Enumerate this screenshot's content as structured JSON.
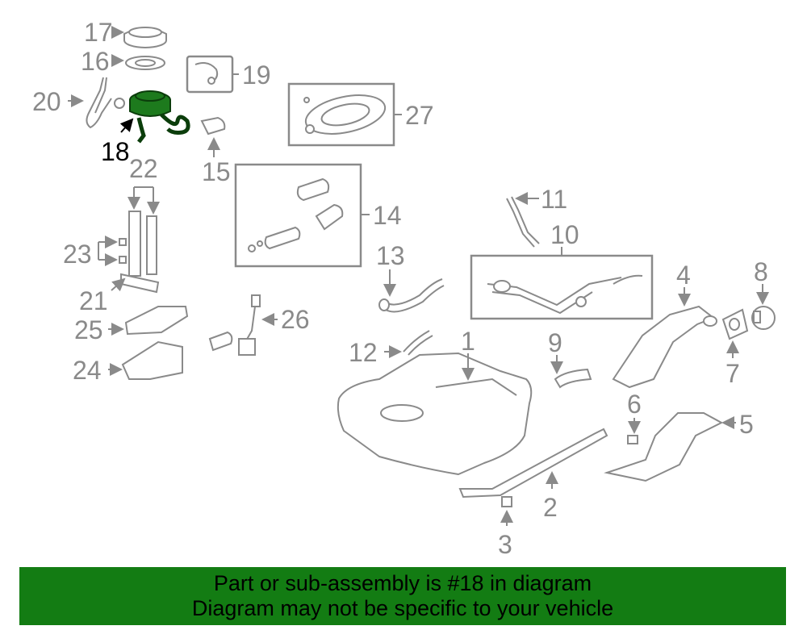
{
  "colors": {
    "banner_background": "#137c13",
    "highlight_part": "#1d7a1d",
    "line_art": "#8a8a8a",
    "text_black": "#000000"
  },
  "highlighted_part": "18",
  "callouts": {
    "c1": "1",
    "c2": "2",
    "c3": "3",
    "c4": "4",
    "c5": "5",
    "c6": "6",
    "c7": "7",
    "c8": "8",
    "c9": "9",
    "c10": "10",
    "c11": "11",
    "c12": "12",
    "c13": "13",
    "c14": "14",
    "c15": "15",
    "c16": "16",
    "c17": "17",
    "c18": "18",
    "c19": "19",
    "c20": "20",
    "c21": "21",
    "c22": "22",
    "c23": "23",
    "c24": "24",
    "c25": "25",
    "c26": "26",
    "c27": "27"
  },
  "banner": {
    "line1": "Part or sub-assembly is #18 in diagram",
    "line2": "Diagram may not be specific to your vehicle"
  }
}
